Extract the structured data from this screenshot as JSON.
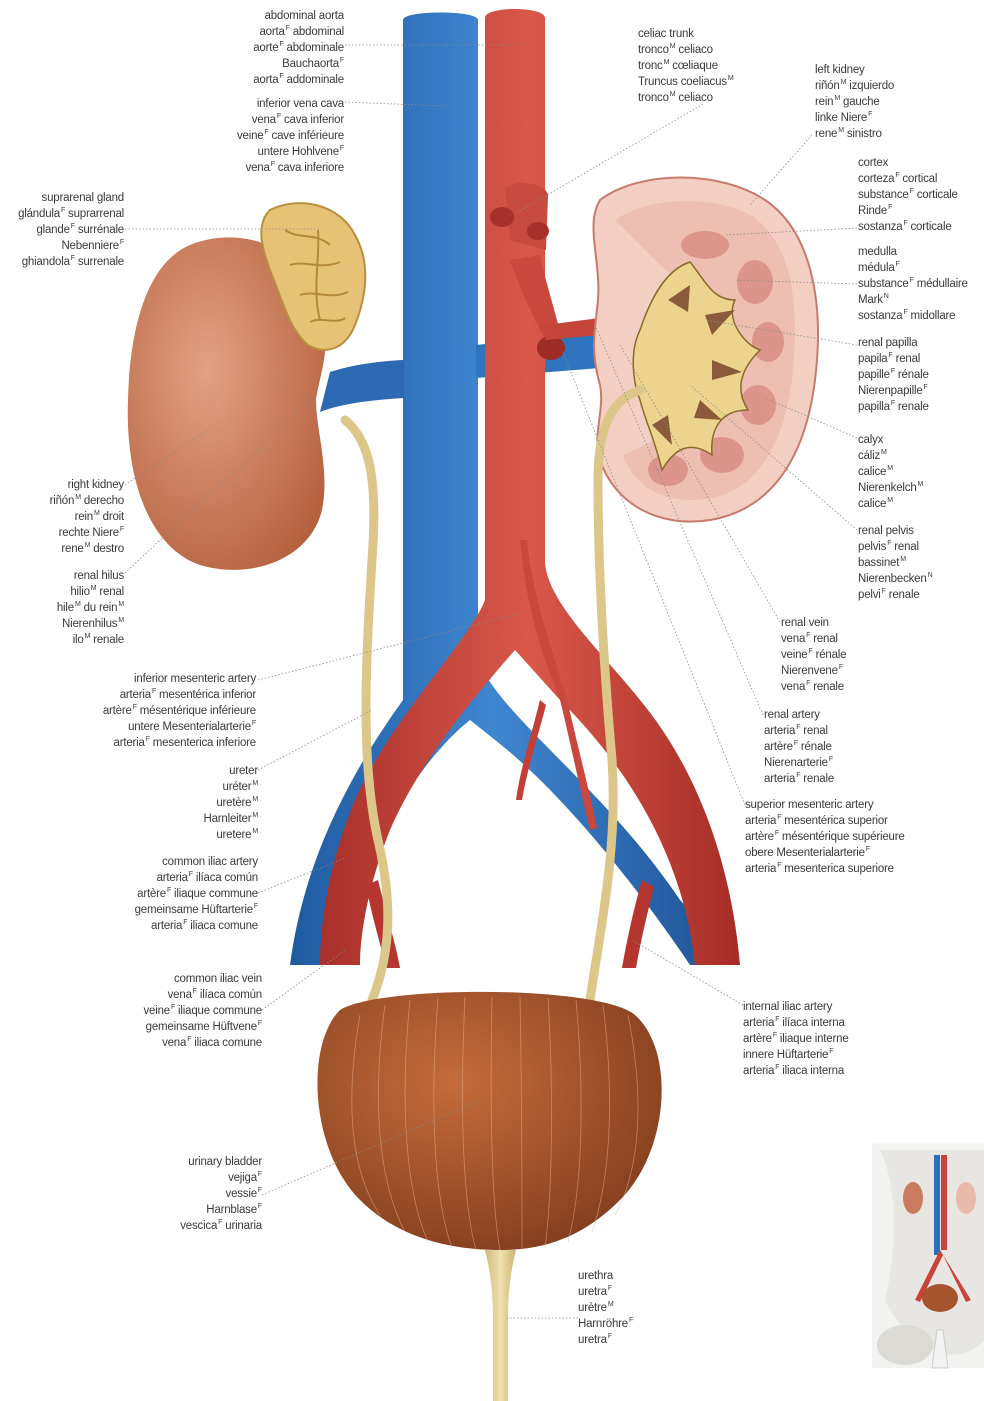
{
  "labels": {
    "abdominal_aorta": [
      "abdominal aorta",
      "aorta|F| abdominal",
      "aorte|F| abdominale",
      "Bauchaorta|F|",
      "aorta|F| addominale"
    ],
    "inferior_vena_cava": [
      "inferior vena cava",
      "vena|F| cava inferior",
      "veine|F| cave inférieure",
      "untere Hohlvene|F|",
      "vena|F| cava inferiore"
    ],
    "celiac_trunk": [
      "celiac trunk",
      "tronco|M| celiaco",
      "tronc|M| cœliaque",
      "Truncus coeliacus|M|",
      "tronco|M| celiaco"
    ],
    "left_kidney": [
      "left kidney",
      "riñón|M| izquierdo",
      "rein|M| gauche",
      "linke Niere|F|",
      "rene|M| sinistro"
    ],
    "suprarenal_gland": [
      "suprarenal gland",
      "glándula|F| suprarrenal",
      "glande|F| surrénale",
      "Nebenniere|F|",
      "ghiandola|F| surrenale"
    ],
    "cortex": [
      "cortex",
      "corteza|F| cortical",
      "substance|F| corticale",
      "Rinde|F|",
      "sostanza|F| corticale"
    ],
    "medulla": [
      "medulla",
      "médula|F|",
      "substance|F| médullaire",
      "Mark|N|",
      "sostanza|F| midollare"
    ],
    "renal_papilla": [
      "renal papilla",
      "papila|F| renal",
      "papille|F| rénale",
      "Nierenpapille|F|",
      "papilla|F| renale"
    ],
    "calyx": [
      "calyx",
      "cáliz|M|",
      "calice|M|",
      "Nierenkelch|M|",
      "calice|M|"
    ],
    "renal_pelvis": [
      "renal pelvis",
      "pelvis|F| renal",
      "bassinet|M|",
      "Nierenbecken|N|",
      "pelvi|F| renale"
    ],
    "right_kidney": [
      "right kidney",
      "riñón|M| derecho",
      "rein|M| droit",
      "rechte Niere|F|",
      "rene|M| destro"
    ],
    "renal_hilus": [
      "renal hilus",
      "hilio|M| renal",
      "hile|M| du rein|M|",
      "Nierenhilus|M|",
      "ilo|M| renale"
    ],
    "renal_vein": [
      "renal vein",
      "vena|F| renal",
      "veine|F| rénale",
      "Nierenvene|F|",
      "vena|F| renale"
    ],
    "renal_artery": [
      "renal artery",
      "arteria|F| renal",
      "artère|F| rénale",
      "Nierenarterie|F|",
      "arteria|F| renale"
    ],
    "inferior_mesenteric_artery": [
      "inferior mesenteric artery",
      "arteria|F| mesentérica inferior",
      "artère|F| mésentérique inférieure",
      "untere Mesenterialarterie|F|",
      "arteria|F| mesenterica inferiore"
    ],
    "superior_mesenteric_artery": [
      "superior mesenteric artery",
      "arteria|F| mesentérica superior",
      "artère|F| mésentérique supérieure",
      "obere Mesenterialarterie|F|",
      "arteria|F| mesenterica superiore"
    ],
    "ureter": [
      "ureter",
      "uréter|M|",
      "uretère|M|",
      "Harnleiter|M|",
      "uretere|M|"
    ],
    "common_iliac_artery": [
      "common iliac artery",
      "arteria|F| ilíaca común",
      "artère|F| iliaque commune",
      "gemeinsame Hüftarterie|F|",
      "arteria|F| iliaca comune"
    ],
    "common_iliac_vein": [
      "common iliac vein",
      "vena|F| ilíaca común",
      "veine|F| iliaque commune",
      "gemeinsame Hüftvene|F|",
      "vena|F| iliaca comune"
    ],
    "internal_iliac_artery": [
      "internal iliac artery",
      "arteria|F| ilíaca interna",
      "artère|F| iliaque interne",
      "innere Hüftarterie|F|",
      "arteria|F| iliaca interna"
    ],
    "urinary_bladder": [
      "urinary bladder",
      "vejiga|F|",
      "vessie|F|",
      "Harnblase|F|",
      "vescica|F| urinaria"
    ],
    "urethra": [
      "urethra",
      "uretra|F|",
      "urètre|M|",
      "Harnröhre|F|",
      "uretra|F|"
    ]
  },
  "colors": {
    "vein": "#2f6fb8",
    "artery": "#c8433a",
    "kidney": "#c97d5e",
    "ureter": "#dcc68a",
    "adrenal": "#e2bd6c",
    "bladder": "#a5542d",
    "leader": "#8a8a8a"
  },
  "icons": {
    "thumbnail": "body-location-thumbnail-icon"
  }
}
